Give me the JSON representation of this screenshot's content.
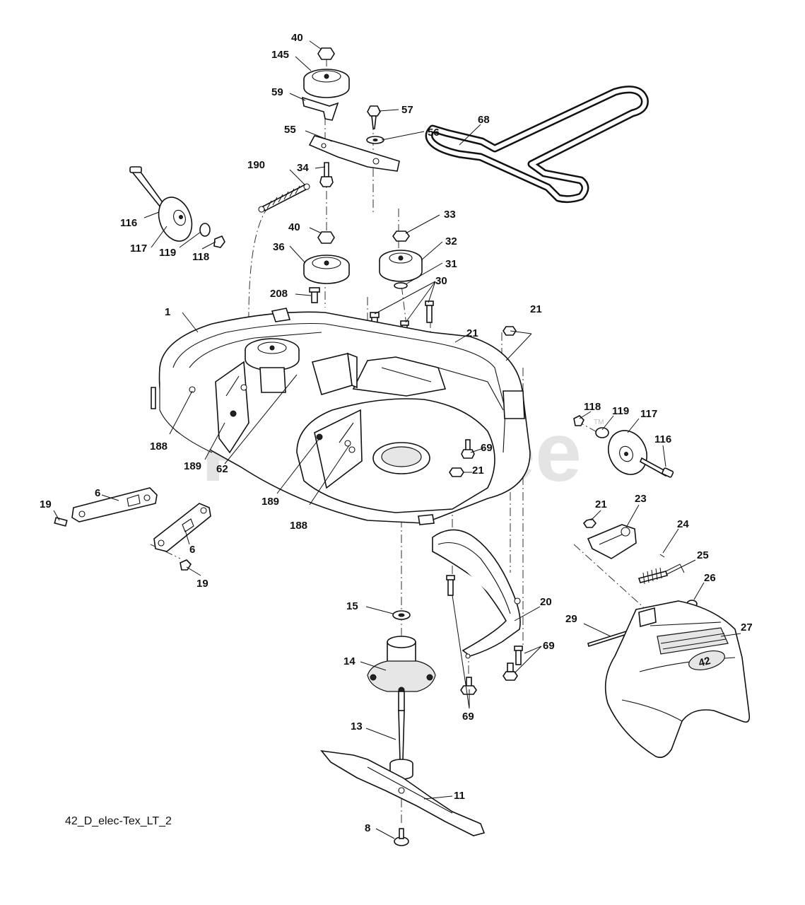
{
  "diagram": {
    "caption": "42_D_elec-Tex_LT_2",
    "watermark": "PartsTree",
    "watermark_tm": "TM",
    "deck_badge": "42",
    "callouts": {
      "c40a": "40",
      "c145": "145",
      "c59": "59",
      "c57": "57",
      "c55": "55",
      "c56": "56",
      "c68": "68",
      "c34": "34",
      "c190": "190",
      "c116a": "116",
      "c117a": "117",
      "c119a": "119",
      "c118a": "118",
      "c40b": "40",
      "c36": "36",
      "c33": "33",
      "c32": "32",
      "c31": "31",
      "c30": "30",
      "c208": "208",
      "c1": "1",
      "c21a": "21",
      "c21b": "21",
      "c188a": "188",
      "c189a": "189",
      "c62": "62",
      "c189b": "189",
      "c188b": "188",
      "c69a": "69",
      "c21c": "21",
      "c118b": "118",
      "c119b": "119",
      "c117b": "117",
      "c116b": "116",
      "c6a": "6",
      "c19a": "19",
      "c6b": "6",
      "c19b": "19",
      "c21d": "21",
      "c23": "23",
      "c24": "24",
      "c25": "25",
      "c26": "26",
      "c15": "15",
      "c20": "20",
      "c29": "29",
      "c27": "27",
      "c14": "14",
      "c69b": "69",
      "c69c": "69",
      "c13": "13",
      "c11": "11",
      "c8": "8"
    }
  }
}
